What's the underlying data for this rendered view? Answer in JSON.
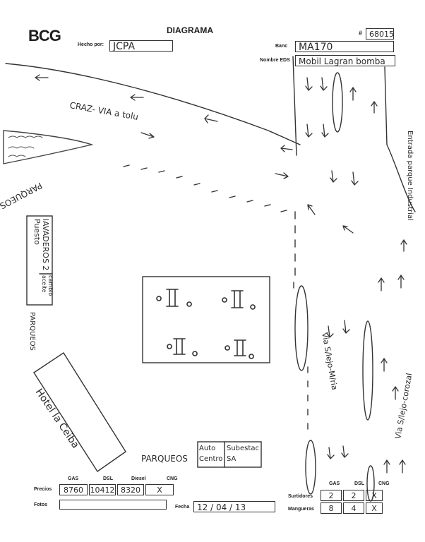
{
  "header": {
    "logo": "BCG",
    "title": "DIAGRAMA",
    "hecho_por_label": "Hecho por:",
    "hecho_por_value": "JCPA",
    "number_hash": "#",
    "number_value": "68015",
    "banc_label": "Banc",
    "banc_value": "MA170",
    "nombre_eds_label": "Nombre EDS",
    "nombre_eds_value": "Mobil Lagran bomba"
  },
  "sketch": {
    "road_top": "CRAZ-  VIA a tolu",
    "parqueos_top": "PARQUEOS",
    "entrada_vertical": "Entrada parque Industrial",
    "lavaderos": "lAVADEROS 2 Puesto",
    "cambio_aceite": "cambio aceite",
    "parqueos_left": "PARQUEOS",
    "hotel": "Hotel la Ceiba",
    "via_sincelejo_maria": "Via S/lejo-M/ria",
    "via_sincelejo_corozal": "Via S/lejo-corozal",
    "parqueos_bottom": "PARQUEOS",
    "autocentro": "Auto Centro",
    "subestacion": "Subestac SA"
  },
  "footer": {
    "col_gas": "GAS",
    "col_dsl": "DSL",
    "col_diesel": "Diesel",
    "col_cng": "CNG",
    "precios_label": "Precios",
    "precio_gas": "8760",
    "precio_dsl": "10412",
    "precio_diesel": "8320",
    "precio_cng": "X",
    "fotos_label": "Fotos",
    "fecha_label": "Fecha",
    "fecha_value": "12 / 04 / 13",
    "sur_gas": "GAS",
    "sur_dsl": "DSL",
    "sur_cng": "CNG",
    "surtidores_label": "Surtidores",
    "surtidores_gas": "2",
    "surtidores_dsl": "2",
    "surtidores_cng": "X",
    "mangueras_label": "Mangueras",
    "mangueras_gas": "8",
    "mangueras_dsl": "4",
    "mangueras_cng": "X"
  }
}
